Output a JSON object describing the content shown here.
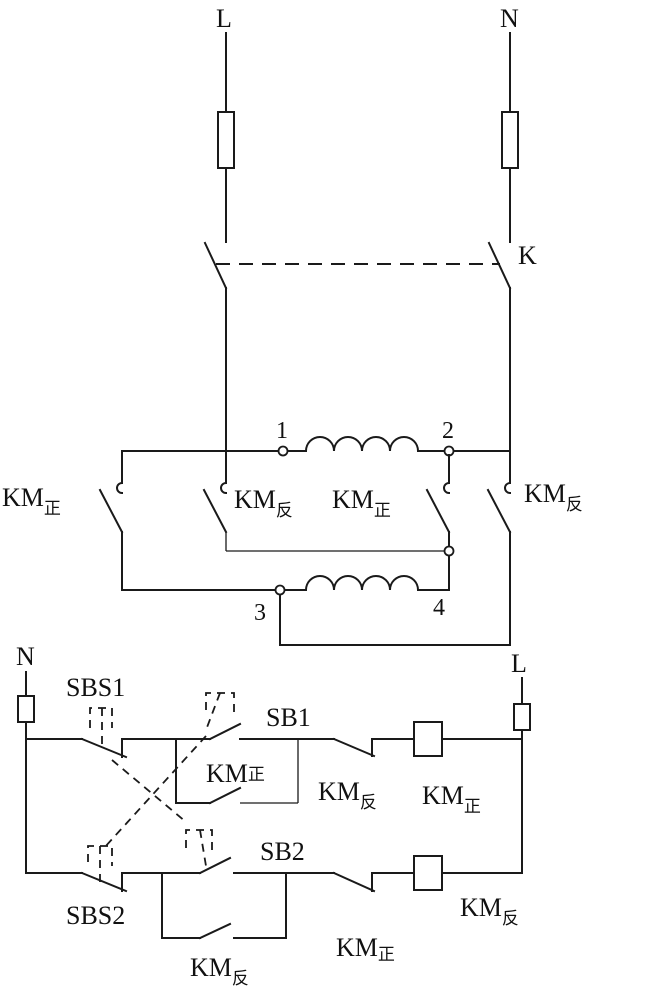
{
  "top_circuit": {
    "line_L": "L",
    "line_N": "N",
    "switch_K": "K",
    "terminals": [
      "1",
      "2",
      "3",
      "4"
    ],
    "contacts": [
      {
        "main": "KM",
        "sub": "正"
      },
      {
        "main": "KM",
        "sub": "反"
      },
      {
        "main": "KM",
        "sub": "正"
      },
      {
        "main": "KM",
        "sub": "反"
      }
    ]
  },
  "control_circuit": {
    "line_N": "N",
    "line_L": "L",
    "buttons": {
      "sbs1": "SBS1",
      "sbs2": "SBS2",
      "sb1": "SB1",
      "sb2": "SB2"
    },
    "km_zheng_hold": {
      "main": "KM",
      "sub": "正"
    },
    "km_fan_interlock": {
      "main": "KM",
      "sub": "反"
    },
    "coil_zheng": {
      "main": "KM",
      "sub": "正"
    },
    "coil_fan": {
      "main": "KM",
      "sub": "反"
    },
    "km_fan_hold": {
      "main": "KM",
      "sub": "反"
    },
    "km_zheng_interlock": {
      "main": "KM",
      "sub": "正"
    }
  }
}
